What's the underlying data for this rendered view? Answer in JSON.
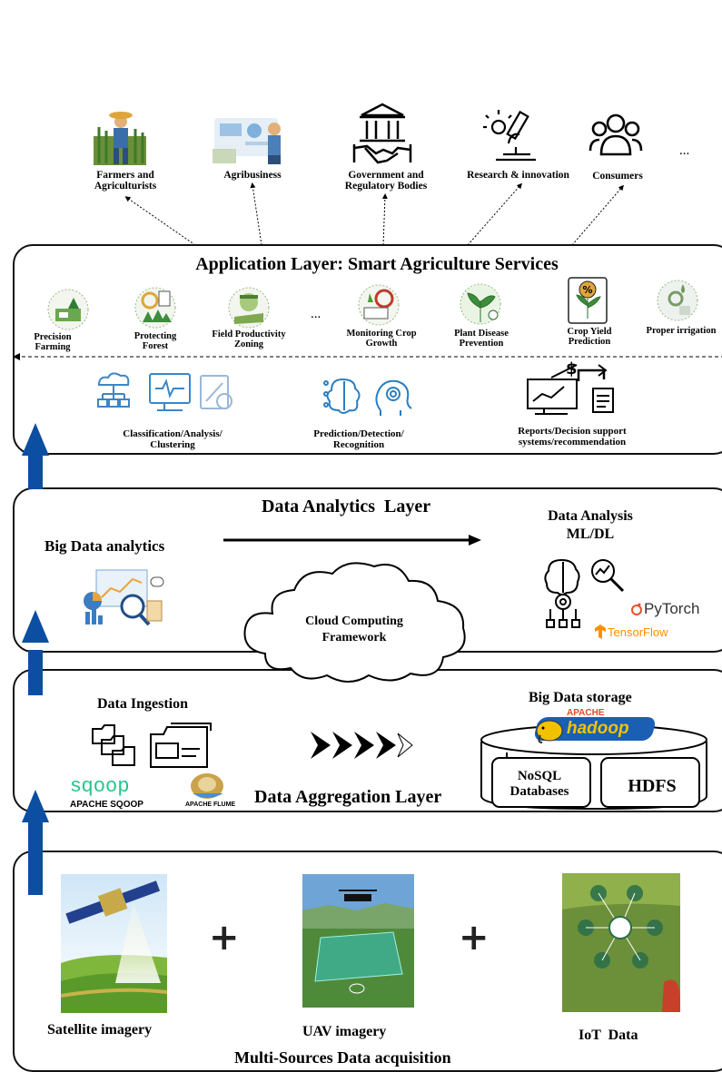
{
  "stakeholders": {
    "items": [
      {
        "label": "Farmers and\nAgriculturists",
        "icon": "farmer-icon"
      },
      {
        "label": "Agribusiness",
        "icon": "agribusiness-icon"
      },
      {
        "label": "Government and\nRegulatory Bodies",
        "icon": "government-handshake-icon"
      },
      {
        "label": "Research & innovation",
        "icon": "microscope-icon"
      },
      {
        "label": "Consumers",
        "icon": "people-icon"
      }
    ],
    "more": "..."
  },
  "application_layer": {
    "title": "Application Layer: Smart Agriculture Services",
    "services": [
      {
        "label": "Precision\nFarming",
        "icon": "precision-farming-icon"
      },
      {
        "label": "Protecting\nForest",
        "icon": "forest-icon"
      },
      {
        "label": "Field Productivity\nZoning",
        "icon": "field-zoning-icon"
      },
      {
        "label": "Monitoring Crop\nGrowth",
        "icon": "crop-monitoring-icon"
      },
      {
        "label": "Plant Disease\nPrevention",
        "icon": "plant-disease-icon"
      },
      {
        "label": "Crop Yield\nPrediction",
        "icon": "yield-prediction-icon"
      },
      {
        "label": "Proper irrigation",
        "icon": "irrigation-icon"
      }
    ],
    "more": "...",
    "techniques": [
      {
        "label": "Classification/Analysis/\nClustering",
        "icon": "classification-icon"
      },
      {
        "label": "Prediction/Detection/\nRecognition",
        "icon": "brain-gear-icon"
      },
      {
        "label": "Reports/Decision support\nsystems/recommendation",
        "icon": "reports-chart-icon"
      }
    ]
  },
  "analytics_layer": {
    "title": "Data Analytics  Layer",
    "left_label": "Big Data analytics",
    "right_label": "Data Analysis\nML/DL",
    "cloud_label": "Cloud Computing\nFramework",
    "pytorch": "PyTorch",
    "tensorflow": "TensorFlow"
  },
  "aggregation_layer": {
    "title": "Data Aggregation Layer",
    "ingestion_label": "Data Ingestion",
    "sqoop_logo": "sqoop",
    "sqoop_label": "APACHE SQOOP",
    "flume_label": "APACHE FLUME",
    "storage_label": "Big Data storage",
    "hadoop_apache": "APACHE",
    "hadoop_logo": "hadoop",
    "db1": "NoSQL\nDatabases",
    "db2": "HDFS"
  },
  "acquisition_layer": {
    "title": "Multi-Sources Data acquisition",
    "sources": [
      {
        "label": "Satellite imagery"
      },
      {
        "label": "UAV imagery"
      },
      {
        "label": "IoT  Data"
      }
    ],
    "plus": "+"
  },
  "colors": {
    "arrow_blue": "#0b4ea2",
    "border": "#111111"
  }
}
